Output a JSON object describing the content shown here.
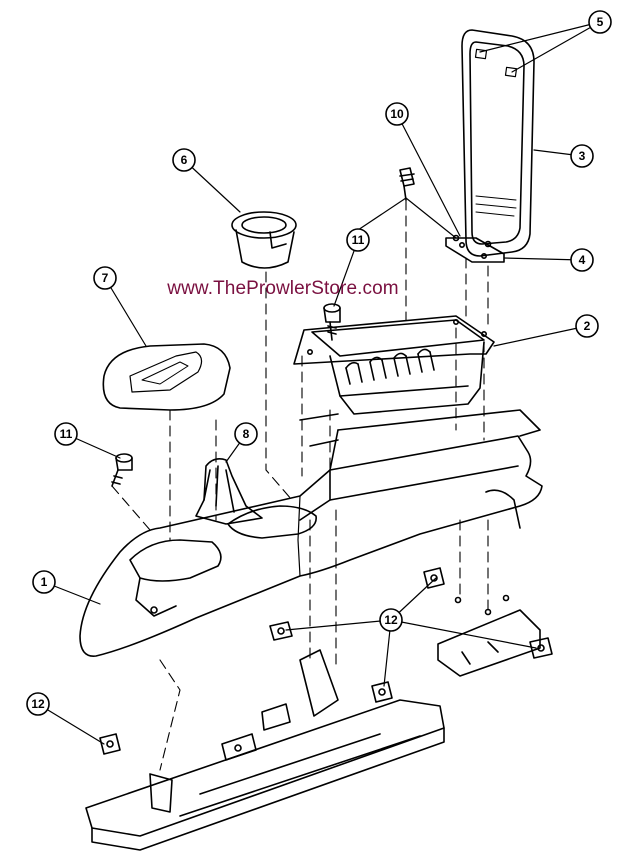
{
  "watermark": "www.TheProwlerStore.com",
  "callouts": [
    {
      "id": "c1",
      "label": "1"
    },
    {
      "id": "c2",
      "label": "2"
    },
    {
      "id": "c3",
      "label": "3"
    },
    {
      "id": "c4",
      "label": "4"
    },
    {
      "id": "c5",
      "label": "5"
    },
    {
      "id": "c6",
      "label": "6"
    },
    {
      "id": "c7",
      "label": "7"
    },
    {
      "id": "c8",
      "label": "8"
    },
    {
      "id": "c10",
      "label": "10"
    },
    {
      "id": "c11a",
      "label": "11"
    },
    {
      "id": "c11b",
      "label": "11"
    },
    {
      "id": "c12a",
      "label": "12"
    },
    {
      "id": "c12b",
      "label": "12"
    }
  ],
  "colors": {
    "line": "#000000",
    "watermark": "#7a1040",
    "background": "#ffffff"
  }
}
